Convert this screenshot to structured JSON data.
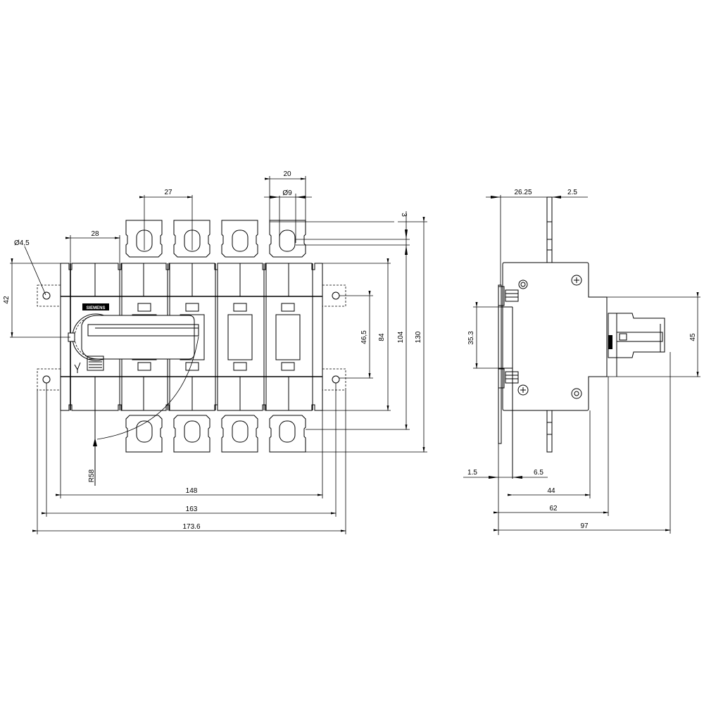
{
  "drawing": {
    "title": "Switch disconnector dimension drawing",
    "colors": {
      "line": "#000000",
      "background": "#ffffff"
    }
  },
  "front_view": {
    "label_plate": "SIEMENS",
    "dims": {
      "terminal_pitch": "27",
      "pole_width": "28",
      "terminal_width": "20",
      "hole_diameter": "Ø9",
      "mount_hole": "Ø4,5",
      "mount_offset": "42",
      "terminal_gap": "3",
      "mount_vertical": "46,5",
      "body_height": "84",
      "terminal_span": "104",
      "overall_height": "130",
      "handle_radius": "R58",
      "width_148": "148",
      "width_163": "163",
      "width_173": "173.6"
    }
  },
  "side_view": {
    "dims": {
      "depth_2625": "26.25",
      "depth_25": "2.5",
      "rail_353": "35.3",
      "handle_45": "45",
      "d_15": "1.5",
      "d_65": "6.5",
      "d_44": "44",
      "d_62": "62",
      "d_97": "97"
    }
  }
}
